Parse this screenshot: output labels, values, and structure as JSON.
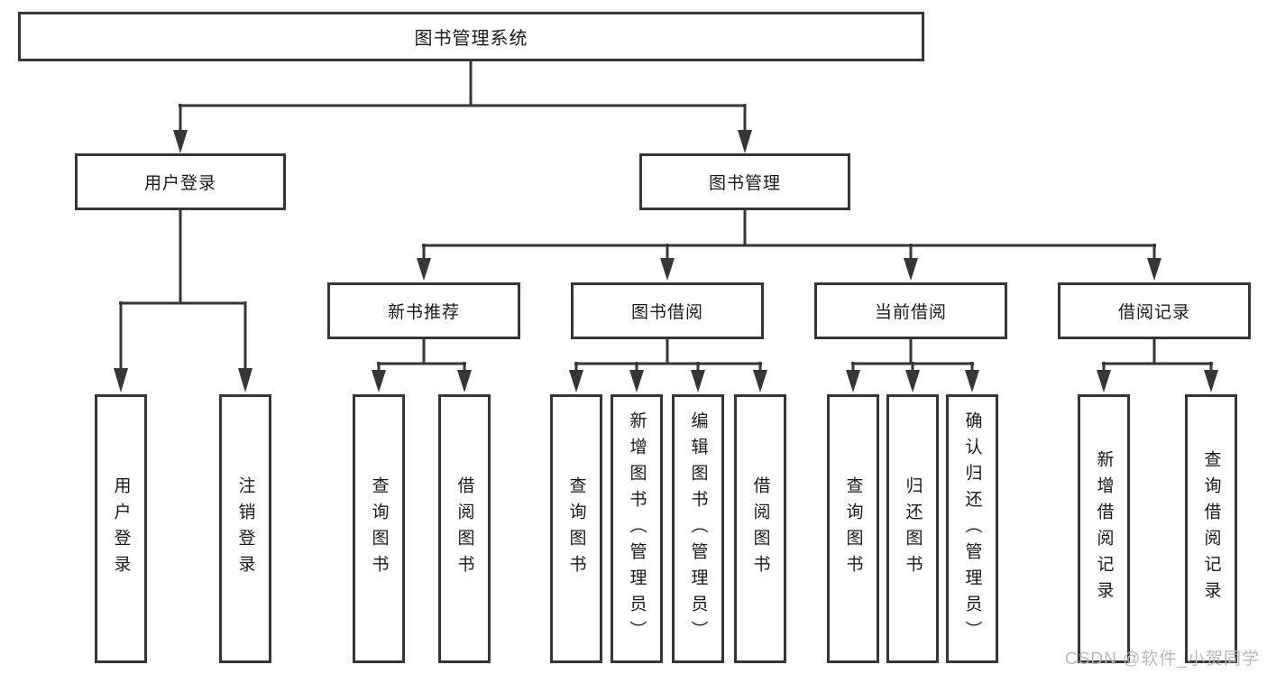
{
  "diagram": {
    "title_node": "图书管理系统",
    "user_login": {
      "label": "用户登录",
      "children": [
        "用户登录",
        "注销登录"
      ]
    },
    "book_mgmt": {
      "label": "图书管理",
      "modules": [
        {
          "label": "新书推荐",
          "children": [
            "查询图书",
            "借阅图书"
          ]
        },
        {
          "label": "图书借阅",
          "children": [
            "查询图书",
            "新增图书（管理员）",
            "编辑图书（管理员）",
            "借阅图书"
          ]
        },
        {
          "label": "当前借阅",
          "children": [
            "查询图书",
            "归还图书",
            "确认归还（管理员）"
          ]
        },
        {
          "label": "借阅记录",
          "children": [
            "新增借阅记录",
            "查询借阅记录"
          ]
        }
      ]
    },
    "line_color": "#363636"
  },
  "watermark": "CSDN @软件_小贺同学"
}
